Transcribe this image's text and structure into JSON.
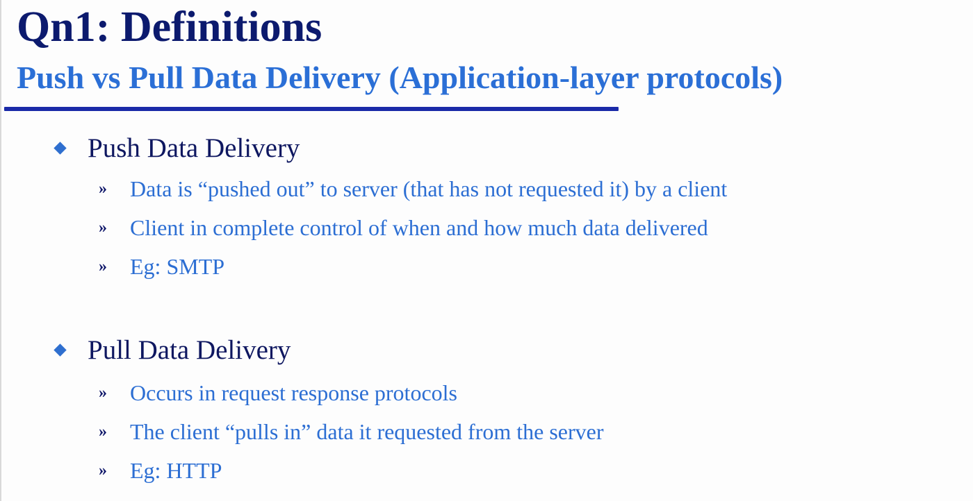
{
  "slide": {
    "title": "Qn1: Definitions",
    "subtitle": "Push vs Pull Data Delivery (Application-layer protocols)",
    "sections": [
      {
        "heading": "Push Data Delivery",
        "items": [
          "Data is “pushed out” to server (that has not requested it) by a client",
          "Client in complete control of when and how much data delivered",
          "Eg: SMTP"
        ]
      },
      {
        "heading": "Pull Data Delivery",
        "items": [
          "Occurs in request response protocols",
          "The client “pulls in” data it requested from the server",
          "Eg: HTTP"
        ]
      }
    ],
    "sub_bullet_glyph": "»",
    "colors": {
      "title": "#0c1a6e",
      "subtitle": "#2b6fd6",
      "rule": "#1a2aa8",
      "bullet": "#2f6fcf",
      "heading": "#0e1760",
      "item": "#2c6ed3"
    }
  }
}
